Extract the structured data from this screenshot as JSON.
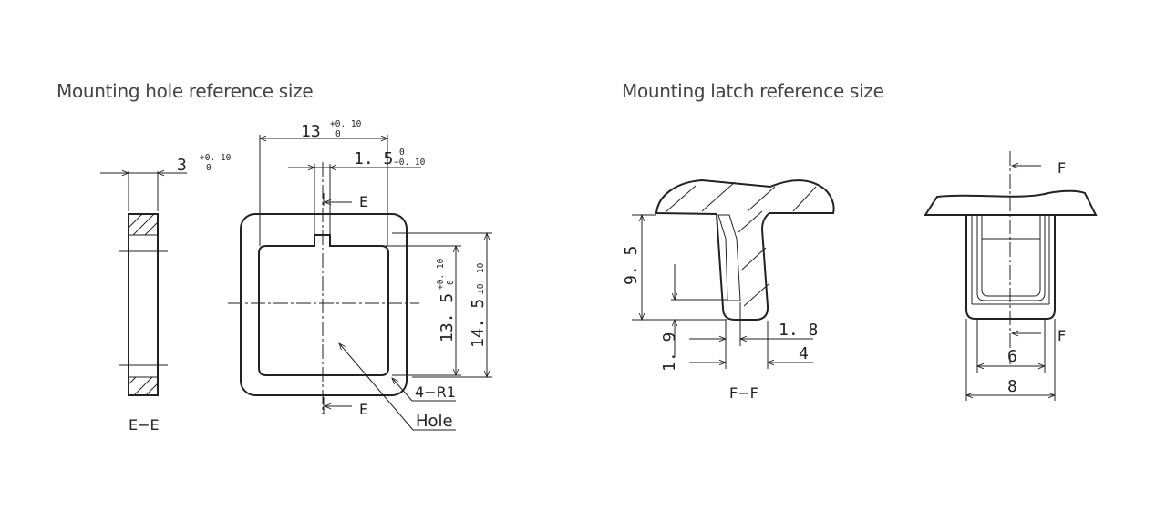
{
  "headings": {
    "hole": "Mounting hole reference size",
    "latch": "Mounting latch reference size"
  },
  "hole_drawing": {
    "width_3": {
      "value": "3",
      "tol_upper": "+0. 10",
      "tol_lower": "0"
    },
    "width_13": {
      "value": "13",
      "tol_upper": "+0. 10",
      "tol_lower": "0"
    },
    "notch_1_5": {
      "value": "1. 5",
      "tol_upper": "0",
      "tol_lower": "−0. 10"
    },
    "height_13_5": {
      "value": "13. 5",
      "tol_upper": "+0. 10",
      "tol_lower": "0"
    },
    "height_14_5": {
      "value": "14. 5",
      "tol": "±0. 10"
    },
    "section_mark_top": "E",
    "section_mark_bottom": "E",
    "corner_radius": "4−R1",
    "hole_label": "Hole",
    "section_label": "E−E"
  },
  "latch_drawing": {
    "height_9_5": "9. 5",
    "height_1_9": "1. 9",
    "thickness_1_8": "1. 8",
    "width_4": "4",
    "section_label": "F−F",
    "section_mark_top": "F",
    "section_mark_bottom": "F",
    "width_6": "6",
    "width_8": "8"
  }
}
